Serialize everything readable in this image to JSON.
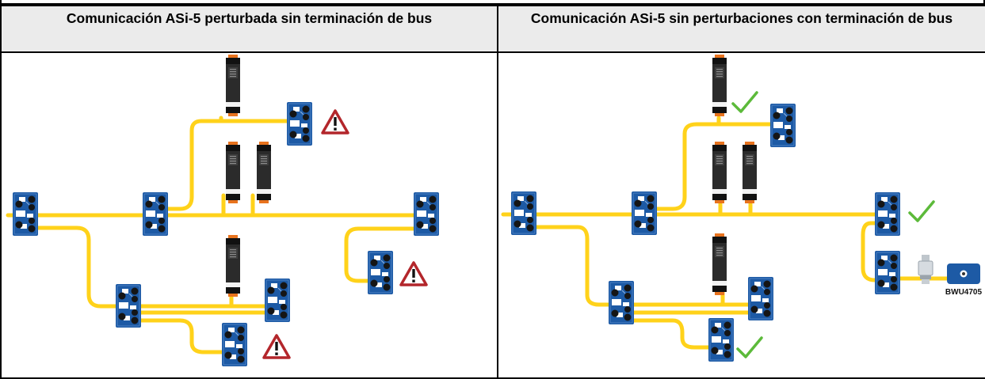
{
  "panels": [
    {
      "heading": "Comunicación ASi-5 perturbada sin terminación de bus",
      "status": "warning",
      "warning_icons": [
        "warning-triangle-icon",
        "warning-triangle-icon",
        "warning-triangle-icon"
      ]
    },
    {
      "heading": "Comunicación ASi-5 sin perturbaciones con terminación de bus",
      "status": "ok",
      "check_icons": [
        "checkmark-icon",
        "checkmark-icon",
        "checkmark-icon"
      ],
      "terminator_label": "BWU4705"
    }
  ],
  "colors": {
    "cable": "#ffd21a",
    "module_blue": "#1d5aa5",
    "warning_red": "#b3262b",
    "check_green": "#5cba3a",
    "controller_dark": "#2b2b2b",
    "connector_orange": "#e8731e"
  }
}
